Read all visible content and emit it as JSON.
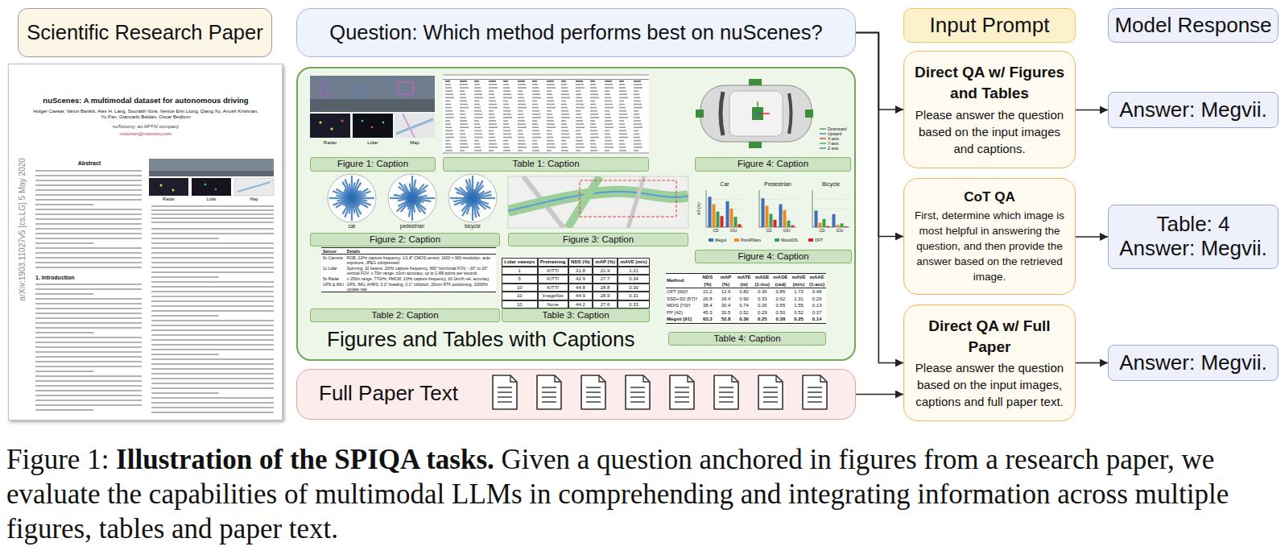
{
  "diagram": {
    "caption": "Figure 1: Illustration of the SPIQA tasks. Given a question anchored in figures from a research paper, we evaluate the capabilities of multimodal LLMs in comprehending and integrating information across multiple figures, tables and paper text.",
    "nodes": [
      {
        "text": [
          "Scientific Research Paper"
        ]
      },
      {
        "text": [
          "nuScenes: A multimodal dataset for autonomous driving",
          "Holger Caesar, Varun Bankiti, Alex H. Lang, Sourabh Vora, Venice Erin Liong, Qiang Xu, Anush Krishnan, Yu Pan, Giancarlo Baldan, Oscar Beijbom",
          "nuTonomy: an APTIV company",
          "nuscenes@nutonomy.com",
          "Abstract",
          "1. Introduction"
        ]
      },
      {
        "text": [
          "Question: Which method performs best on nuScenes?"
        ]
      },
      {
        "text": [
          "Figures and Tables with Captions"
        ]
      },
      {
        "text": [
          "Figure 1: Caption"
        ],
        "in": 3
      },
      {
        "text": [
          "Table 1: Caption"
        ],
        "in": 3
      },
      {
        "text": [
          "Figure 4: Caption"
        ],
        "in": 3
      },
      {
        "text": [
          "Figure 2: Caption"
        ],
        "in": 3
      },
      {
        "text": [
          "Figure 3: Caption"
        ],
        "in": 3
      },
      {
        "text": [
          "Figure 4: Caption"
        ],
        "in": 3
      },
      {
        "text": [
          "Table 2: Caption"
        ],
        "in": 3
      },
      {
        "text": [
          "Table 3: Caption"
        ],
        "in": 3
      },
      {
        "text": [
          "Table 4: Caption"
        ],
        "in": 3
      },
      {
        "text": [
          "Full Paper Text"
        ]
      },
      {
        "text": [
          "Input Prompt"
        ]
      },
      {
        "text": [
          "Model Response"
        ]
      },
      {
        "text": [
          "Direct QA w/ Figures and Tables",
          "Please answer the question based on the input images and captions."
        ]
      },
      {
        "text": [
          "CoT QA",
          "First, determine which image is most helpful in answering the question, and then provide the answer based on the retrieved image."
        ]
      },
      {
        "text": [
          "Direct QA w/ Full Paper",
          "Please answer the question based on the input images, captions and full paper text."
        ]
      },
      {
        "text": [
          "Answer: Megvii."
        ]
      },
      {
        "text": [
          "Table: 4",
          "Answer: Megvii."
        ]
      },
      {
        "text": [
          "Answer: Megvii."
        ]
      }
    ],
    "edges": [
      {
        "from": 2,
        "to": 16,
        "arrow": "to"
      },
      {
        "from": 2,
        "to": 17,
        "arrow": "to"
      },
      {
        "from": 2,
        "to": 18,
        "arrow": "to"
      },
      {
        "from": 13,
        "to": 18,
        "arrow": "to"
      },
      {
        "from": 16,
        "to": 19,
        "arrow": "to"
      },
      {
        "from": 17,
        "to": 20,
        "arrow": "to"
      },
      {
        "from": 18,
        "to": 21,
        "arrow": "to"
      }
    ],
    "labels": [
      "arXiv:1903.11027v5 [cs.LG] 5 May 2020",
      "Radar",
      "Lidar",
      "Map",
      "Radar",
      "Lidar",
      "Map",
      "car",
      "pedestrian",
      "bicycle",
      "Car",
      "Pedestrian",
      "Bicycle",
      "AP (%)",
      "CD",
      "IOU",
      "CD",
      "IOU",
      "CD",
      "IOU",
      "Sensor",
      "Details",
      "6x Camera",
      "RGB, 12Hz capture frequency, 1/1.8\" CMOS sensor, 1600 × 900 resolution, auto exposure, JPEG compressed",
      "1x Lidar",
      "Spinning, 32 beams, 20Hz capture frequency, 360° horizontal FOV, −30° to 10° vertical FOV, ≤ 70m range, ±2cm accuracy, up to 1.4M points per second.",
      "5x Radar",
      "≤ 250m range, 77GHz, FMCW, 13Hz capture frequency, ±0.1km/h vel. accuracy",
      "GPS & IMU",
      "GPS, IMU, AHRS. 0.2° heading, 0.1° roll/pitch, 20mm RTK positioning, 1000Hz update rate",
      "Lidar sweeps",
      "Pretraining",
      "NDS (%)",
      "mAP (%)",
      "mAVE (m/s)",
      "1",
      "KITTI",
      "31.8",
      "21.9",
      "1.21",
      "5",
      "KITTI",
      "42.9",
      "27.7",
      "0.34",
      "10",
      "KITTI",
      "44.8",
      "28.8",
      "0.30",
      "10",
      "ImageNet",
      "44.9",
      "28.9",
      "0.31",
      "10",
      "None",
      "44.2",
      "27.6",
      "0.33",
      "Method",
      "NDS",
      "mAP",
      "mATE",
      "mASE",
      "mAOE",
      "mAVE",
      "mAAE",
      "(%)",
      "(%)",
      "(m)",
      "(1-iou)",
      "(rad)",
      "(m/s)",
      "(1-acc)",
      "OFT [69]†",
      "21.2",
      "12.6",
      "0.82",
      "0.36",
      "0.85",
      "1.73",
      "0.48",
      "SSD+3D [57]†",
      "26.8",
      "16.4",
      "0.90",
      "0.33",
      "0.62",
      "1.31",
      "0.29",
      "MDIS [70]†",
      "38.4",
      "30.4",
      "0.74",
      "0.26",
      "0.55",
      "1.55",
      "0.13",
      "PP [42]",
      "45.3",
      "30.5",
      "0.52",
      "0.29",
      "0.50",
      "0.52",
      "0.37",
      "Megvii [91]",
      "63.3",
      "52.8",
      "0.30",
      "0.25",
      "0.38",
      "0.25",
      "0.14"
    ],
    "legend": [
      {
        "text": "Downward"
      },
      {
        "text": "Upward"
      },
      {
        "text": "X-axis"
      },
      {
        "text": "Y-axis"
      },
      {
        "text": "Z-axis"
      },
      {
        "text": "Megvii",
        "color": "#3b6fb6"
      },
      {
        "text": "PointPillars",
        "color": "#f08a24"
      },
      {
        "text": "MonoDIS",
        "color": "#3aa050"
      },
      {
        "text": "OFT",
        "color": "#d62728"
      }
    ]
  }
}
